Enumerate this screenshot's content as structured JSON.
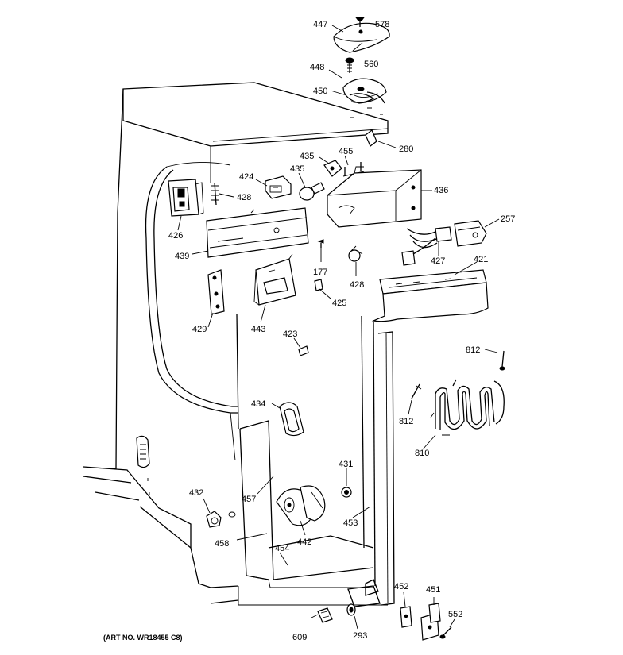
{
  "art_number": "(ART NO. WR18455 C8)",
  "callouts": [
    {
      "id": "c578",
      "text": "578"
    },
    {
      "id": "c447",
      "text": "447"
    },
    {
      "id": "c560",
      "text": "560"
    },
    {
      "id": "c448",
      "text": "448"
    },
    {
      "id": "c450",
      "text": "450"
    },
    {
      "id": "c280",
      "text": "280"
    },
    {
      "id": "c455",
      "text": "455"
    },
    {
      "id": "c435a",
      "text": "435"
    },
    {
      "id": "c435b",
      "text": "435"
    },
    {
      "id": "c424",
      "text": "424"
    },
    {
      "id": "c428a",
      "text": "428"
    },
    {
      "id": "c436",
      "text": "436"
    },
    {
      "id": "c257",
      "text": "257"
    },
    {
      "id": "c426",
      "text": "426"
    },
    {
      "id": "c439",
      "text": "439"
    },
    {
      "id": "c177",
      "text": "177"
    },
    {
      "id": "c428b",
      "text": "428"
    },
    {
      "id": "c427",
      "text": "427"
    },
    {
      "id": "c421",
      "text": "421"
    },
    {
      "id": "c425",
      "text": "425"
    },
    {
      "id": "c429",
      "text": "429"
    },
    {
      "id": "c443",
      "text": "443"
    },
    {
      "id": "c423",
      "text": "423"
    },
    {
      "id": "c812a",
      "text": "812"
    },
    {
      "id": "c812b",
      "text": "812"
    },
    {
      "id": "c434",
      "text": "434"
    },
    {
      "id": "c810",
      "text": "810"
    },
    {
      "id": "c431",
      "text": "431"
    },
    {
      "id": "c432",
      "text": "432"
    },
    {
      "id": "c457",
      "text": "457"
    },
    {
      "id": "c453",
      "text": "453"
    },
    {
      "id": "c442",
      "text": "442"
    },
    {
      "id": "c458",
      "text": "458"
    },
    {
      "id": "c454",
      "text": "454"
    },
    {
      "id": "c452",
      "text": "452"
    },
    {
      "id": "c451",
      "text": "451"
    },
    {
      "id": "c552",
      "text": "552"
    },
    {
      "id": "c609",
      "text": "609"
    },
    {
      "id": "c293",
      "text": "293"
    }
  ]
}
